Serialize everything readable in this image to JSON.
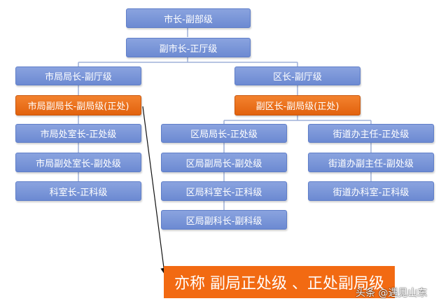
{
  "nodes": {
    "mayor": "市长-副部级",
    "vice_mayor": "副市长-正厅级",
    "city_bureau_head": "市局局长-副厅级",
    "city_bureau_deputy": "市局副局长-副局级(正处)",
    "city_section_head": "市局处室长-正处级",
    "city_section_deputy": "市局副处室长-副处级",
    "city_office_head": "科室长-正科级",
    "district_head": "区长-副厅级",
    "district_deputy": "副区长-副局级(正处)",
    "district_bureau_head": "区局局长-正处级",
    "district_bureau_deputy": "区局副局长-副处级",
    "district_section_head": "区局科室长-正科级",
    "district_section_deputy": "区局副科长-副科级",
    "street_director": "街道办主任-正处级",
    "street_deputy_director": "街道办副主任-副处级",
    "street_office_head": "街道办科室-正科级"
  },
  "note": "亦称 副局正处级 、正处副局级",
  "watermark": "头条 @遇见山东",
  "colors": {
    "node_blue": "#7b96d8",
    "node_orange": "#ee7320",
    "connector": "#9fb0d8",
    "note_bg": "#f26a12"
  }
}
